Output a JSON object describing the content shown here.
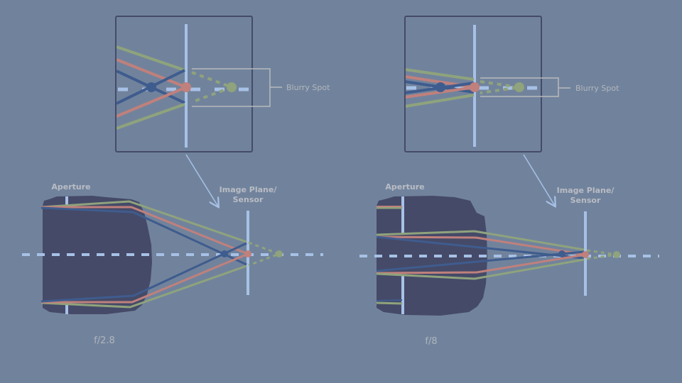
{
  "left_diagram": {
    "aperture_label": "Aperture",
    "image_plane_label_line1": "Image Plane/",
    "image_plane_label_line2": "Sensor",
    "f_number": "f/2.8",
    "inset_label": "Blurry Spot"
  },
  "right_diagram": {
    "aperture_label": "Aperture",
    "image_plane_label_line1": "Image Plane/",
    "image_plane_label_line2": "Sensor",
    "f_number": "f/8",
    "inset_label": "Blurry Spot"
  },
  "colors": {
    "background": "#71839c",
    "lens": "#454a68",
    "optical_axis": "#a7c1e6",
    "green_ray": "#8fa37c",
    "red_ray": "#c0807c",
    "blue_ray": "#3f5c8e"
  }
}
